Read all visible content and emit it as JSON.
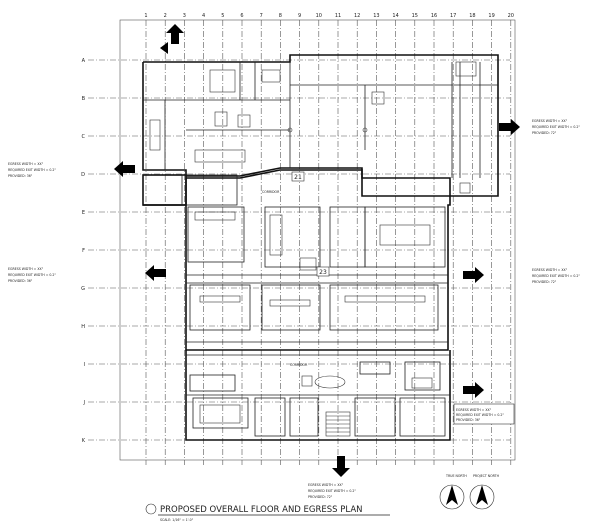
{
  "drawing": {
    "title": "PROPOSED OVERALL FLOOR AND EGRESS PLAN",
    "scale_note": "SCALE: 1/16\" = 1'-0\"",
    "north_caption_true": "TRUE NORTH",
    "north_caption_project": "PROJECT NORTH"
  },
  "grid": {
    "columns": [
      "1",
      "2",
      "3",
      "4",
      "5",
      "6",
      "7",
      "8",
      "9",
      "10",
      "11",
      "12",
      "13",
      "14",
      "15",
      "16",
      "17",
      "18",
      "19",
      "20"
    ],
    "rows": [
      "A",
      "B",
      "C",
      "D",
      "E",
      "F",
      "G",
      "H",
      "I",
      "J",
      "K"
    ]
  },
  "egress_notes": {
    "left_upper": [
      "EGRESS WIDTH = XX\"",
      "REQUIRED EXIT WIDTH = 0.2\"",
      "PROVIDED: 36\""
    ],
    "left_mid": [
      "EGRESS WIDTH = XX\"",
      "REQUIRED EXIT WIDTH = 0.2\"",
      "PROVIDED: 36\""
    ],
    "right_upper": [
      "EGRESS WIDTH = XX\"",
      "REQUIRED EXIT WIDTH = 0.2\"",
      "PROVIDED: 72\""
    ],
    "right_mid": [
      "EGRESS WIDTH = XX\"",
      "REQUIRED EXIT WIDTH = 0.2\"",
      "PROVIDED: 72\""
    ],
    "right_low": [
      "EGRESS WIDTH = XX\"",
      "REQUIRED EXIT WIDTH = 0.2\"",
      "PROVIDED: 36\""
    ],
    "bottom": [
      "EGRESS WIDTH = XX\"",
      "REQUIRED EXIT WIDTH = 0.2\"",
      "PROVIDED: 72\""
    ]
  },
  "corridor_labels": [
    "CORRIDOR",
    "CORRIDOR"
  ],
  "room_tags": [
    "21",
    "23"
  ],
  "colors": {
    "line": "#111111",
    "background": "#ffffff",
    "arrow": "#000000"
  }
}
